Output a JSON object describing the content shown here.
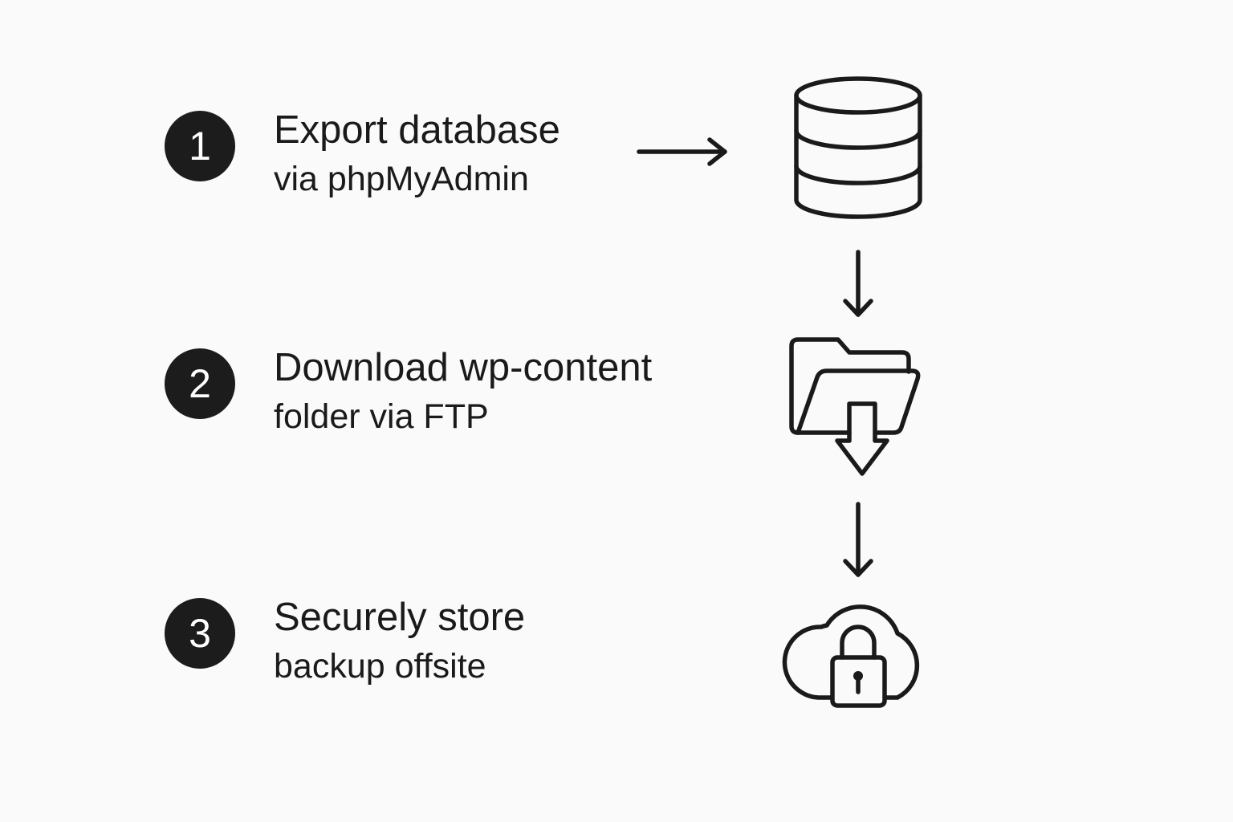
{
  "steps": [
    {
      "number": "1",
      "title": "Export database",
      "subtitle": "via phpMyAdmin",
      "icon": "database-icon"
    },
    {
      "number": "2",
      "title": "Download wp-content",
      "subtitle": "folder via FTP",
      "icon": "folder-download-icon"
    },
    {
      "number": "3",
      "title": "Securely store",
      "subtitle": "backup offsite",
      "icon": "cloud-lock-icon"
    }
  ],
  "colors": {
    "background": "#fafafa",
    "ink": "#1a1a1a",
    "badge": "#1c1c1c",
    "badge_text": "#ffffff"
  }
}
